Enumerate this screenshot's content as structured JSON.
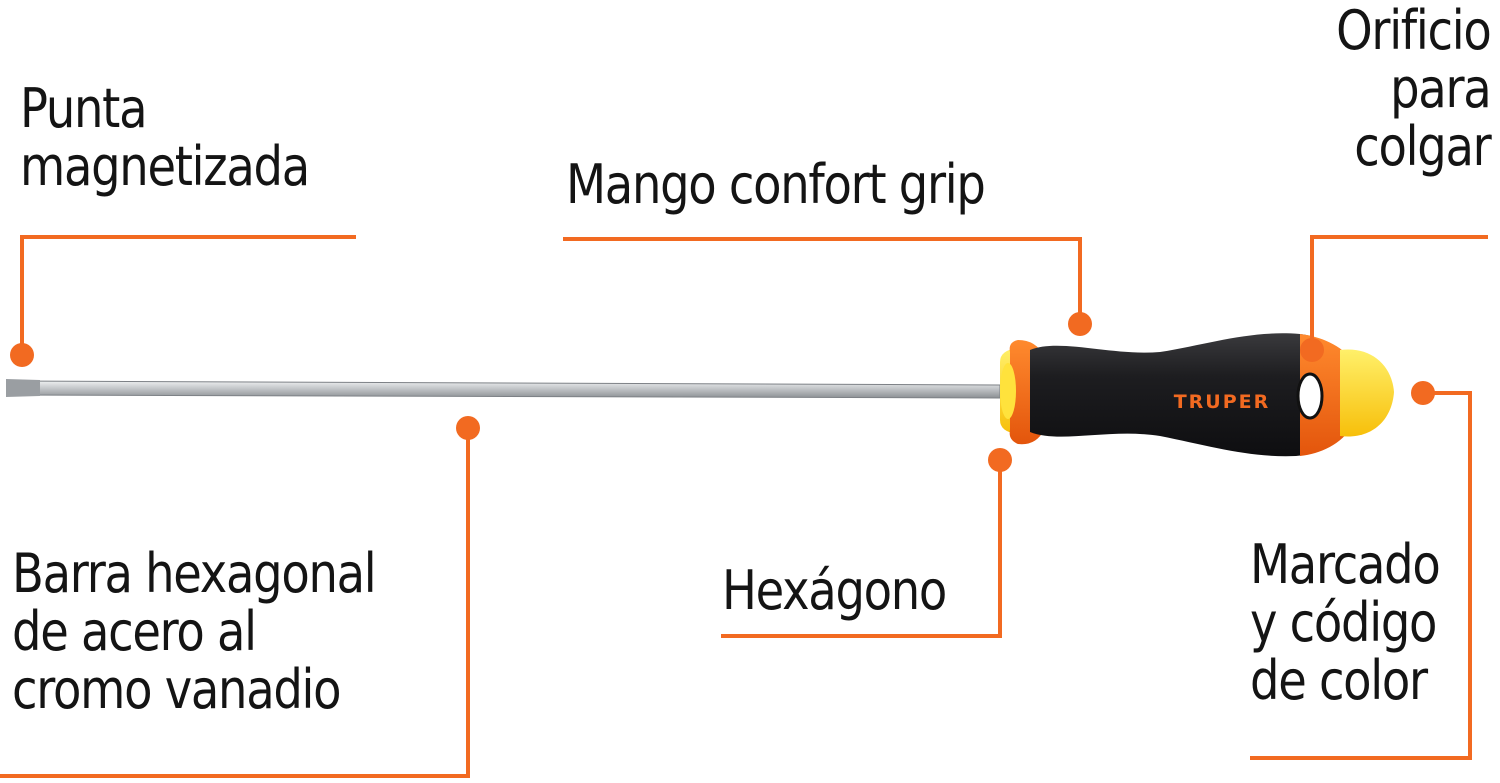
{
  "colors": {
    "accent": "#f26a21",
    "text": "#141414",
    "handle": "#1b1b1d",
    "handle_orange": "#f56b13",
    "handle_yellow": "#ffd21a",
    "shaft": "#c7c9cb"
  },
  "product": {
    "brand_text": "TRUPER"
  },
  "callouts": {
    "punta": "Punta\nmagnetizada",
    "mango": "Mango confort grip",
    "orificio": "Orificio\npara\ncolgar",
    "barra": "Barra hexagonal\nde acero al\ncromo vanadio",
    "hexagono": "Hexágono",
    "marcado": "Marcado\ny código\nde color"
  }
}
